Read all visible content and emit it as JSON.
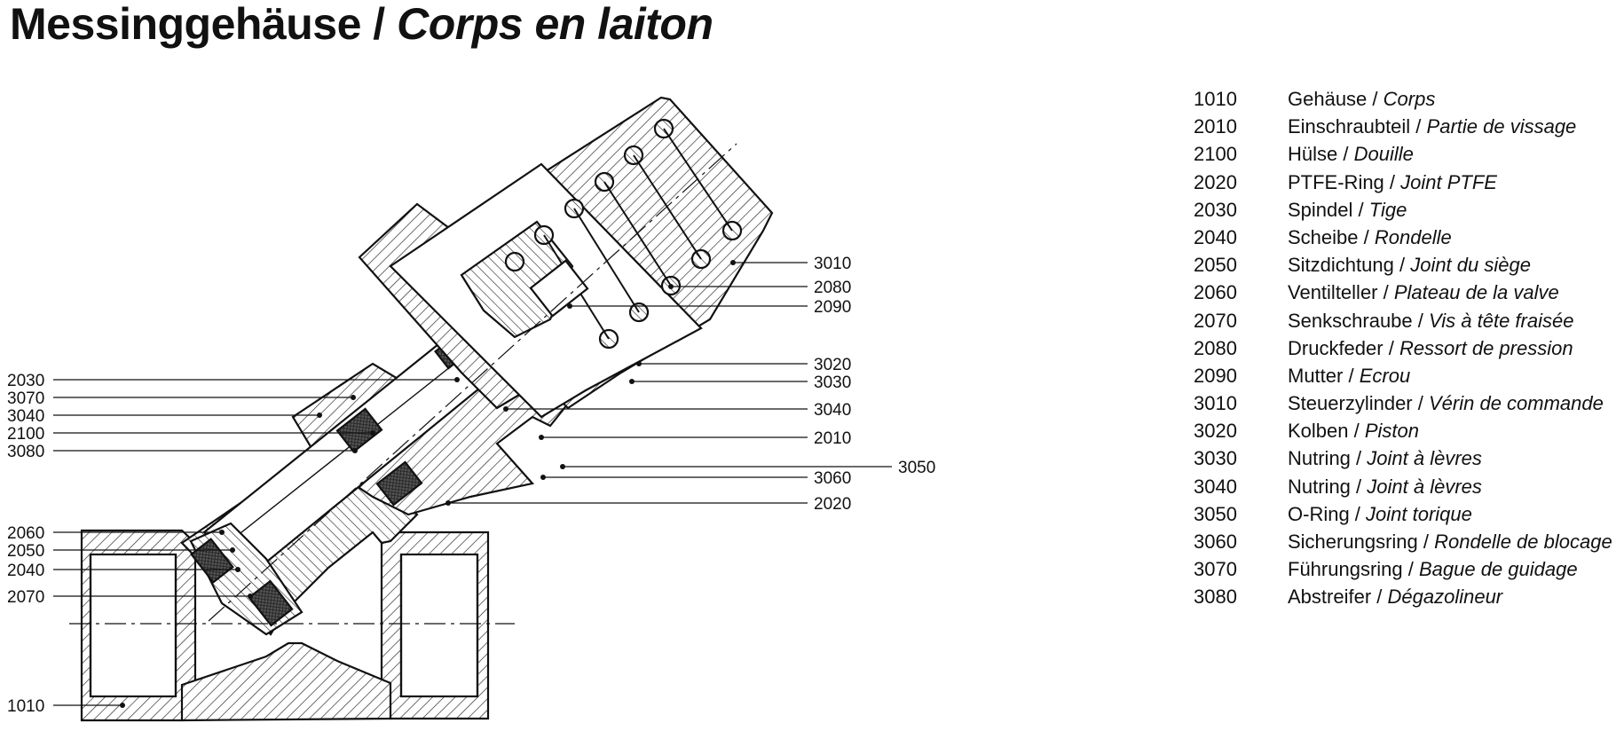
{
  "title": {
    "de": "Messinggehäuse",
    "sep": " / ",
    "fr": "Corps en laiton"
  },
  "callouts": {
    "left": [
      "2030",
      "3070",
      "3040",
      "2100",
      "3080",
      "2060",
      "2050",
      "2040",
      "2070",
      "1010"
    ],
    "right": [
      "3010",
      "2080",
      "2090",
      "3020",
      "3030",
      "3040",
      "2010",
      "3050",
      "3060",
      "2020"
    ]
  },
  "parts": [
    {
      "code": "1010",
      "de": "Gehäuse",
      "fr": "Corps"
    },
    {
      "code": "2010",
      "de": "Einschraubteil",
      "fr": "Partie de vissage"
    },
    {
      "code": "2100",
      "de": "Hülse",
      "fr": "Douille"
    },
    {
      "code": "2020",
      "de": "PTFE-Ring",
      "fr": "Joint PTFE"
    },
    {
      "code": "2030",
      "de": "Spindel",
      "fr": "Tige"
    },
    {
      "code": "2040",
      "de": "Scheibe",
      "fr": "Rondelle"
    },
    {
      "code": "2050",
      "de": "Sitzdichtung",
      "fr": "Joint du siège"
    },
    {
      "code": "2060",
      "de": "Ventilteller",
      "fr": "Plateau de la valve"
    },
    {
      "code": "2070",
      "de": "Senkschraube",
      "fr": "Vis à tête fraisée"
    },
    {
      "code": "2080",
      "de": "Druckfeder",
      "fr": "Ressort de pression"
    },
    {
      "code": "2090",
      "de": "Mutter",
      "fr": "Ecrou"
    },
    {
      "code": "3010",
      "de": "Steuerzylinder",
      "fr": "Vérin de commande"
    },
    {
      "code": "3020",
      "de": "Kolben",
      "fr": "Piston"
    },
    {
      "code": "3030",
      "de": "Nutring",
      "fr": "Joint à lèvres"
    },
    {
      "code": "3040",
      "de": "Nutring",
      "fr": "Joint à lèvres"
    },
    {
      "code": "3050",
      "de": "O-Ring",
      "fr": "Joint torique"
    },
    {
      "code": "3060",
      "de": "Sicherungsring",
      "fr": "Rondelle de blocage"
    },
    {
      "code": "3070",
      "de": "Führungsring",
      "fr": "Bague de guidage"
    },
    {
      "code": "3080",
      "de": "Abstreifer",
      "fr": "Dégazolineur"
    }
  ]
}
